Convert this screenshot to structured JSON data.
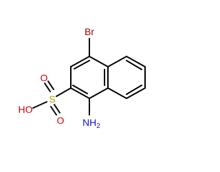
{
  "molecule": {
    "atoms": {
      "br": {
        "text": "Br",
        "color": "#990000"
      },
      "o_upper": {
        "text": "O",
        "color": "#cc0000"
      },
      "o_lower": {
        "text": "O",
        "color": "#cc0000"
      },
      "oh": {
        "text": "HO",
        "color": "#cc0000"
      },
      "s": {
        "text": "S",
        "color": "#b0a000"
      },
      "nh2": {
        "text": "NH",
        "subscript": "2",
        "color": "#1010cc"
      }
    },
    "bond_color": "#000000"
  }
}
